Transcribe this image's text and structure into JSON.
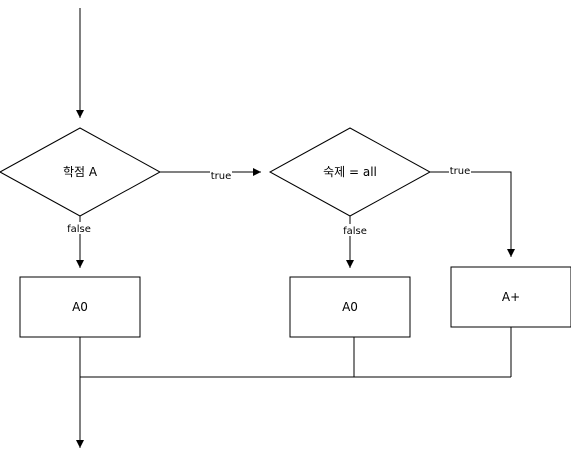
{
  "diagram": {
    "decision1": {
      "label": "학점 A"
    },
    "decision2": {
      "label": "숙제 = all"
    },
    "box_a0_left": {
      "label": "A0"
    },
    "box_a0_mid": {
      "label": "A0"
    },
    "box_aplus": {
      "label": "A+"
    },
    "edges": {
      "d1_true": "true",
      "d1_false": "false",
      "d2_true": "true",
      "d2_false": "false"
    }
  },
  "colors": {
    "stroke": "#000000",
    "fill": "#ffffff",
    "text": "#000000"
  }
}
